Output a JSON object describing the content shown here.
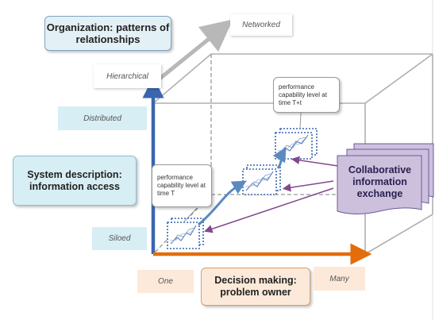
{
  "organization": {
    "title": "Organization: patterns of relationships",
    "networked": "Networked",
    "hierarchical": "Hierarchical"
  },
  "system_description": {
    "title": "System description: information access",
    "distributed": "Distributed",
    "siloed": "Siloed"
  },
  "decision_making": {
    "title": "Decision making: problem owner",
    "one": "One",
    "many": "Many"
  },
  "notes": {
    "time_t": "performance capability level at time T",
    "time_t_plus_t": "performance capability level at time T+t"
  },
  "collaborative": "Collaborative information exchange",
  "colors": {
    "axis_blue": "#3a66b0",
    "axis_orange": "#e46c0a",
    "arrow_grey": "#b8b8b8",
    "purple": "#7f4a8c",
    "doc_lavender": "#ccc0dd"
  }
}
